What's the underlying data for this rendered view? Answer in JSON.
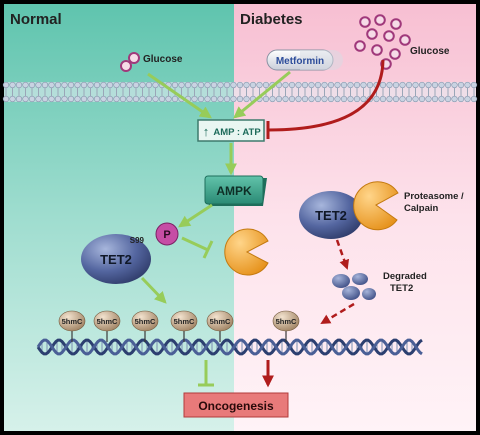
{
  "panels": {
    "left": "Normal",
    "right": "Diabetes"
  },
  "labels": {
    "glucose_left": "Glucose",
    "glucose_right": "Glucose",
    "metformin": "Metformin",
    "amp_atp": "AMP : ATP",
    "amp_arrow": "↑",
    "ampk": "AMPK",
    "p": "P",
    "s99": "S99",
    "tet2_left": "TET2",
    "tet2_right": "TET2",
    "proteasome_l1": "Proteasome /",
    "proteasome_l2": "Calpain",
    "degraded_l1": "Degraded",
    "degraded_l2": "TET2",
    "oncogenesis": "Oncogenesis"
  },
  "marks": [
    "5hmC",
    "5hmC",
    "5hmC",
    "5hmC",
    "5hmC",
    "5hmC"
  ],
  "colors": {
    "normal_bg": "#7ecfbd",
    "diabetes_bg": "#fbd7e3",
    "green_arrow": "#97cc5a",
    "red_arrow": "#b01c1c",
    "ampk_box": "#3fa38c",
    "tet2": "#4d5f96",
    "pacman": "#f2a433",
    "p_circle": "#c64da5",
    "onco_box": "#e87a7a"
  }
}
